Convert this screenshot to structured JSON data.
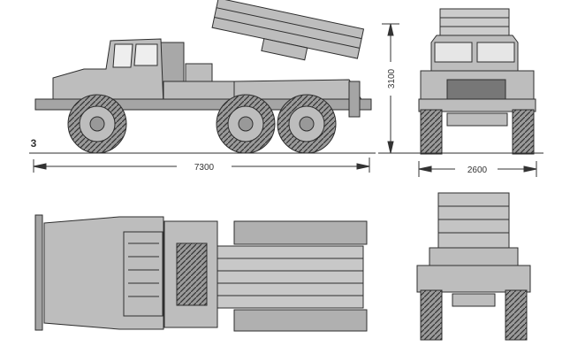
{
  "dimensions": {
    "length": "7300",
    "height": "3100",
    "width": "2600"
  },
  "logo": "3",
  "colors": {
    "body": "#b9b9b9",
    "line": "#2e2e2e",
    "tire": "#8a8a8a",
    "background": "#ffffff"
  }
}
